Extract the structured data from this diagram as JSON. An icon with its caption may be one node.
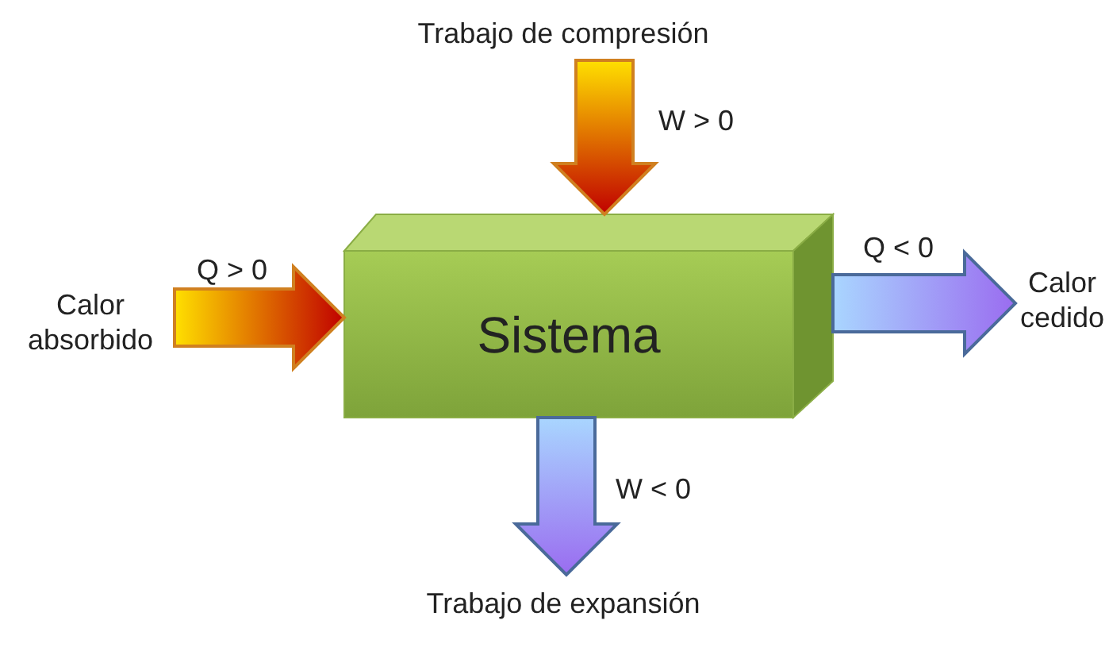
{
  "diagram": {
    "nodes": [
      {
        "text": [
          "Sistema"
        ]
      },
      {
        "text": [
          "Trabajo de compresión"
        ]
      },
      {
        "text": [
          "Calor absorbido"
        ]
      },
      {
        "text": [
          "Calor cedido"
        ]
      },
      {
        "text": [
          "Trabajo de expansión"
        ]
      }
    ],
    "edges": [
      {
        "from": 1,
        "to": 0,
        "arrow": "to",
        "label": "W > 0",
        "style": "thick",
        "color": "#c00000"
      },
      {
        "from": 2,
        "to": 0,
        "arrow": "to",
        "label": "Q > 0",
        "style": "thick",
        "color": "#c00000"
      },
      {
        "from": 0,
        "to": 3,
        "arrow": "to",
        "label": "Q < 0",
        "style": "thick",
        "color": "#9a6cf0"
      },
      {
        "from": 0,
        "to": 4,
        "arrow": "to",
        "label": "W < 0",
        "style": "thick",
        "color": "#9a6cf0"
      }
    ]
  }
}
